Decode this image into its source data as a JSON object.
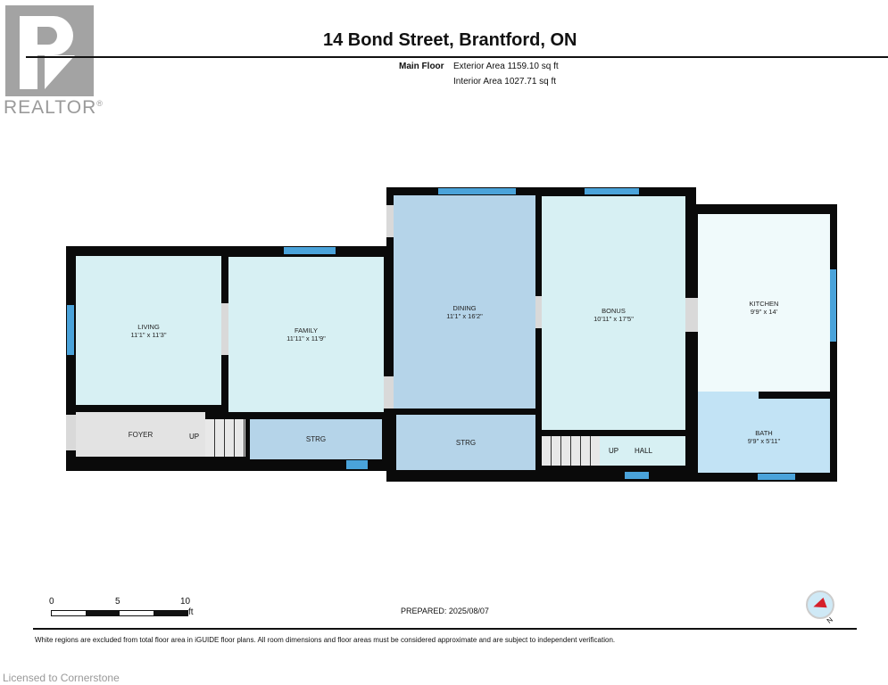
{
  "logo": {
    "text": "REALTOR",
    "mark": "®"
  },
  "header": {
    "title": "14 Bond Street, Brantford, ON",
    "floor": "Main Floor",
    "exterior_area": "Exterior Area 1159.10 sq ft",
    "interior_area": "Interior Area 1027.71 sq ft"
  },
  "rooms": {
    "living": {
      "name": "LIVING",
      "dims": "11'1\" x 11'3\""
    },
    "family": {
      "name": "FAMILY",
      "dims": "11'11\" x 11'9\""
    },
    "dining": {
      "name": "DINING",
      "dims": "11'1\" x 16'2\""
    },
    "bonus": {
      "name": "BONUS",
      "dims": "10'11\" x 17'5\""
    },
    "kitchen": {
      "name": "KITCHEN",
      "dims": "9'9\" x 14'"
    },
    "bath": {
      "name": "BATH",
      "dims": "9'9\" x 5'11\""
    },
    "foyer": {
      "name": "FOYER"
    },
    "storage1": {
      "name": "STRG"
    },
    "storage2": {
      "name": "STRG"
    },
    "hall": {
      "name": "HALL"
    },
    "up1": "UP",
    "up2": "UP"
  },
  "scale": {
    "t0": "0",
    "t5": "5",
    "t10": "10",
    "unit": "ft"
  },
  "prepared": "PREPARED: 2025/08/07",
  "compass": {
    "label": "N"
  },
  "disclaimer": "White regions are excluded from total floor area in iGUIDE floor plans. All room dimensions and floor areas must be considered approximate and are subject to independent verification.",
  "license": "Licensed to Cornerstone",
  "colors": {
    "window": "#4aa3da",
    "room_light": "#d7f0f3",
    "room_medium": "#b5d4e9",
    "wall": "#0a0a0a"
  }
}
